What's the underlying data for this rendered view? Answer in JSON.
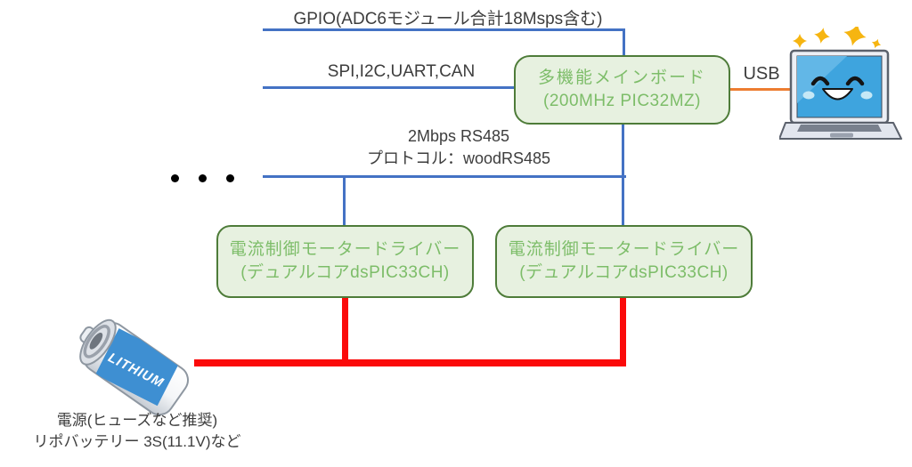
{
  "labels": {
    "gpio": "GPIO(ADC6モジュール合計18Msps含む)",
    "spi": "SPI,I2C,UART,CAN",
    "rs485_line1": "2Mbps RS485",
    "rs485_line2": "プロトコル：woodRS485",
    "usb": "USB"
  },
  "nodes": {
    "mainboard_line1": "多機能メインボード",
    "mainboard_line2": "(200MHz PIC32MZ)",
    "driver1_line1": "電流制御モータードライバー",
    "driver1_line2": "(デュアルコアdsPIC33CH)",
    "driver2_line1": "電流制御モータードライバー",
    "driver2_line2": "(デュアルコアdsPIC33CH)"
  },
  "power": {
    "battery_label": "LITHIUM",
    "caption_line1": "電源(ヒューズなど推奨)",
    "caption_line2": "リポバッテリー 3S(11.1V)など"
  },
  "colors": {
    "bus_blue": "#4472c4",
    "usb_orange": "#ed7d31",
    "power_red": "#fb0a0a",
    "node_fill": "#e7f1e0",
    "node_border": "#4e7c39",
    "node_text": "#7dbd69"
  }
}
